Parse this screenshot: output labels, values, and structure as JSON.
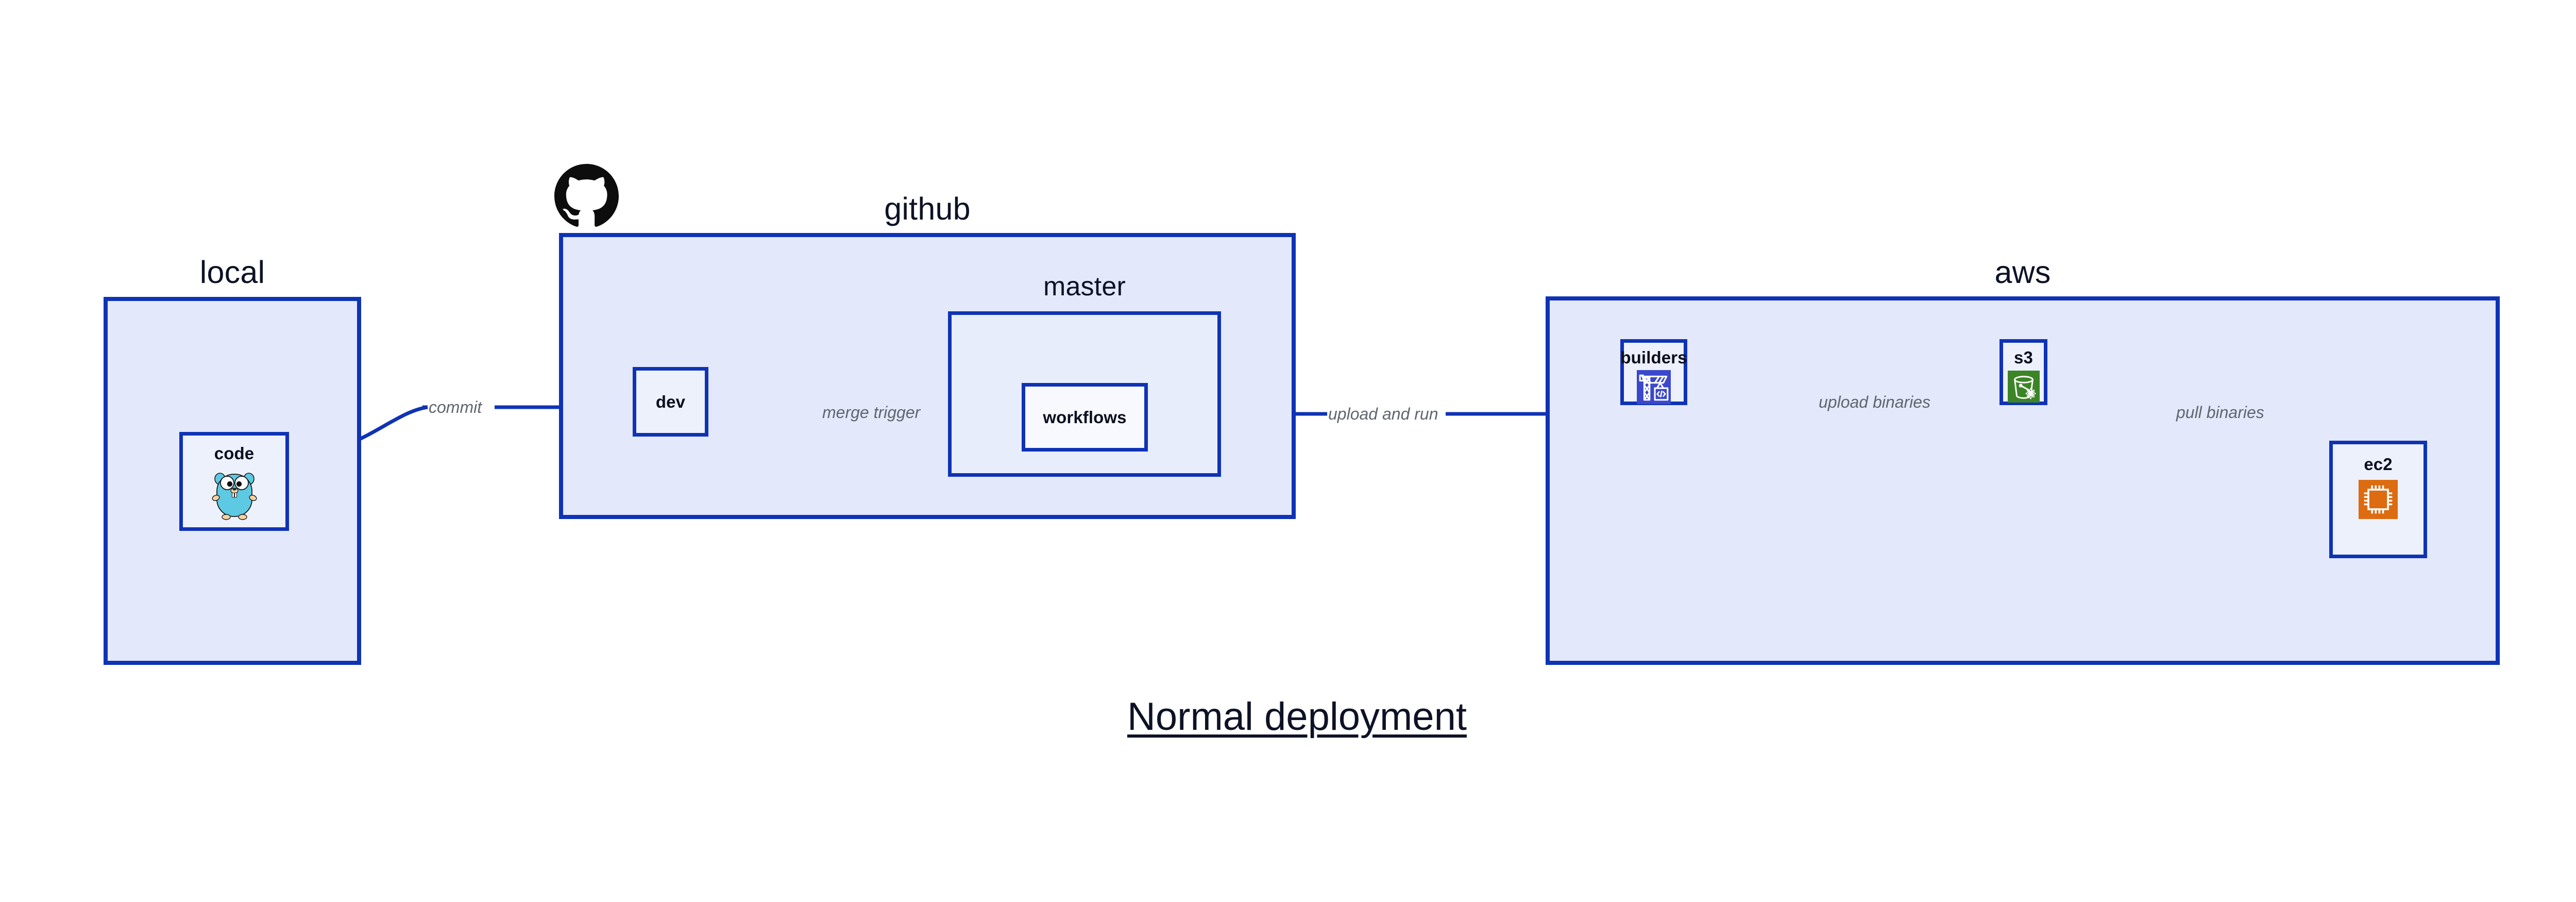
{
  "diagram": {
    "title": "Normal deployment",
    "accent_color": "#0F33B5",
    "group_fill": "#E3E8FA",
    "node_fill": "#EDF1FC",
    "label_color": "#60656F"
  },
  "groups": [
    {
      "id": "local",
      "label": "local"
    },
    {
      "id": "github",
      "label": "github"
    },
    {
      "id": "master",
      "label": "master"
    },
    {
      "id": "aws",
      "label": "aws"
    }
  ],
  "nodes": [
    {
      "id": "code",
      "label": "code",
      "icon": "go-gopher-icon"
    },
    {
      "id": "dev",
      "label": "dev",
      "icon": "none"
    },
    {
      "id": "workflows",
      "label": "workflows",
      "icon": "none"
    },
    {
      "id": "builders",
      "label": "builders",
      "icon": "aws-codebuild-crane-icon"
    },
    {
      "id": "s3",
      "label": "s3",
      "icon": "aws-s3-bucket-icon"
    },
    {
      "id": "ec2",
      "label": "ec2",
      "icon": "aws-ec2-chip-icon"
    }
  ],
  "edges": [
    {
      "id": "commit",
      "label": "commit",
      "from": "code",
      "to": "dev"
    },
    {
      "id": "merge-trigger",
      "label": "merge trigger",
      "from": "dev",
      "to": "workflows"
    },
    {
      "id": "upload-and-run",
      "label": "upload and run",
      "from": "workflows",
      "to": "builders"
    },
    {
      "id": "upload-binaries",
      "label": "upload binaries",
      "from": "builders",
      "to": "s3"
    },
    {
      "id": "pull-binaries",
      "label": "pull binaries",
      "from": "s3",
      "to": "ec2"
    }
  ],
  "logos": [
    {
      "id": "github-logo",
      "icon": "github-octocat-icon"
    }
  ]
}
